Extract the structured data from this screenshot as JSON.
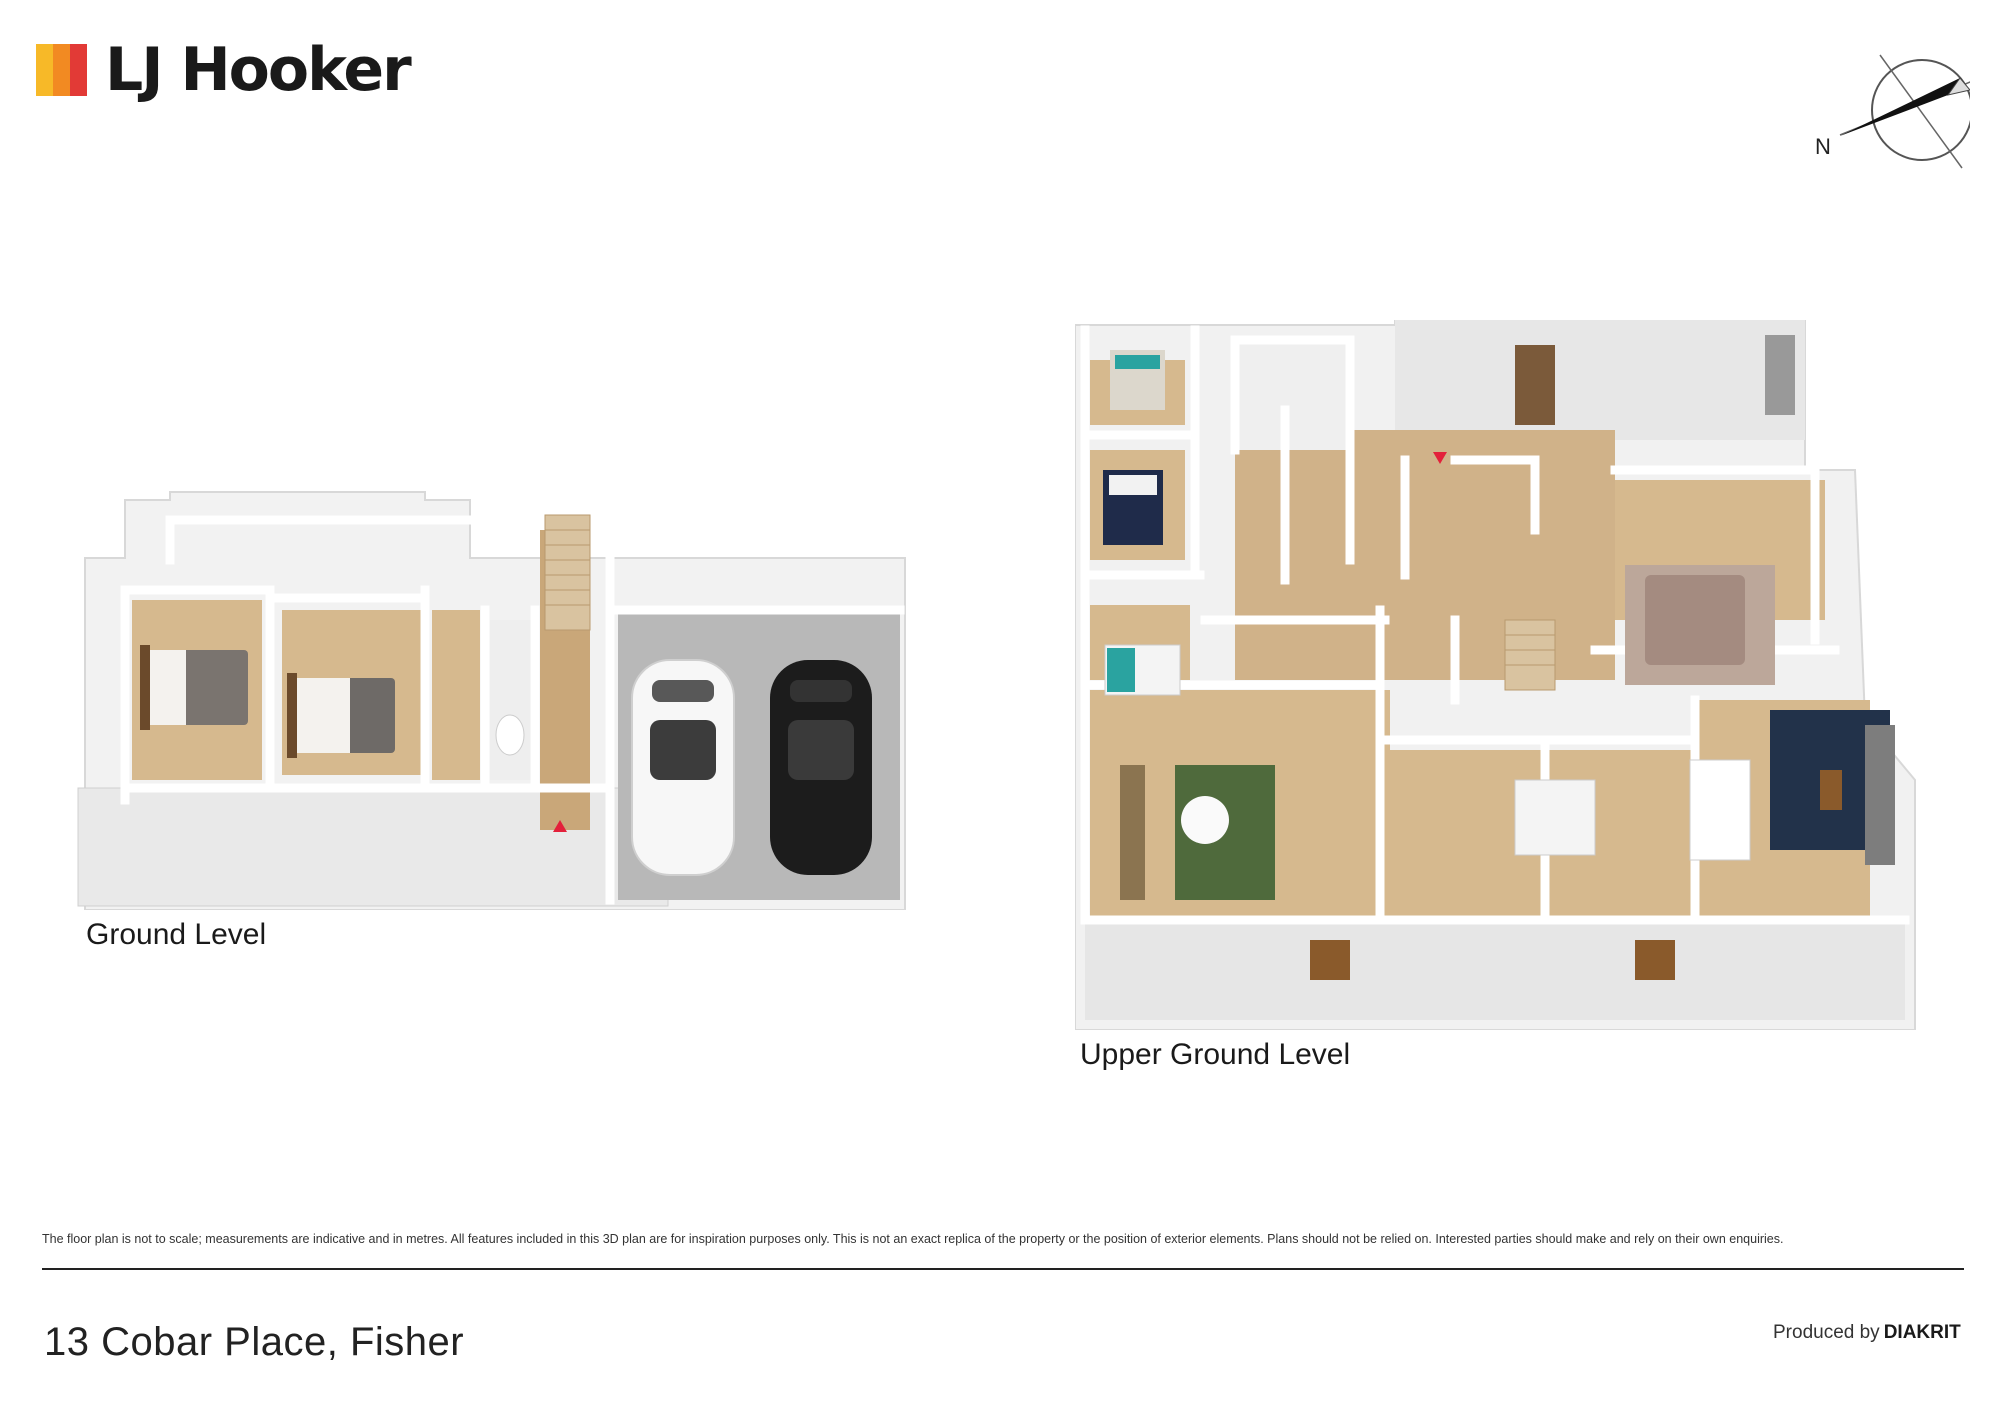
{
  "brand": {
    "name": "LJ Hooker",
    "bar_colors": [
      "#f7b928",
      "#f28a22",
      "#e23a36"
    ]
  },
  "compass": {
    "label": "N"
  },
  "plans": {
    "ground": {
      "label": "Ground Level"
    },
    "upper": {
      "label": "Upper Ground Level"
    }
  },
  "footer": {
    "disclaimer": "The floor plan is not to scale; measurements are indicative and in metres. All features included in this 3D plan are for inspiration purposes only. This is not an exact replica of the property or the position of exterior elements. Plans should not be relied on. Interested parties should make and rely on their own enquiries.",
    "address": "13 Cobar Place, Fisher",
    "produced_by": "Produced by",
    "producer": "DIAKRIT"
  }
}
